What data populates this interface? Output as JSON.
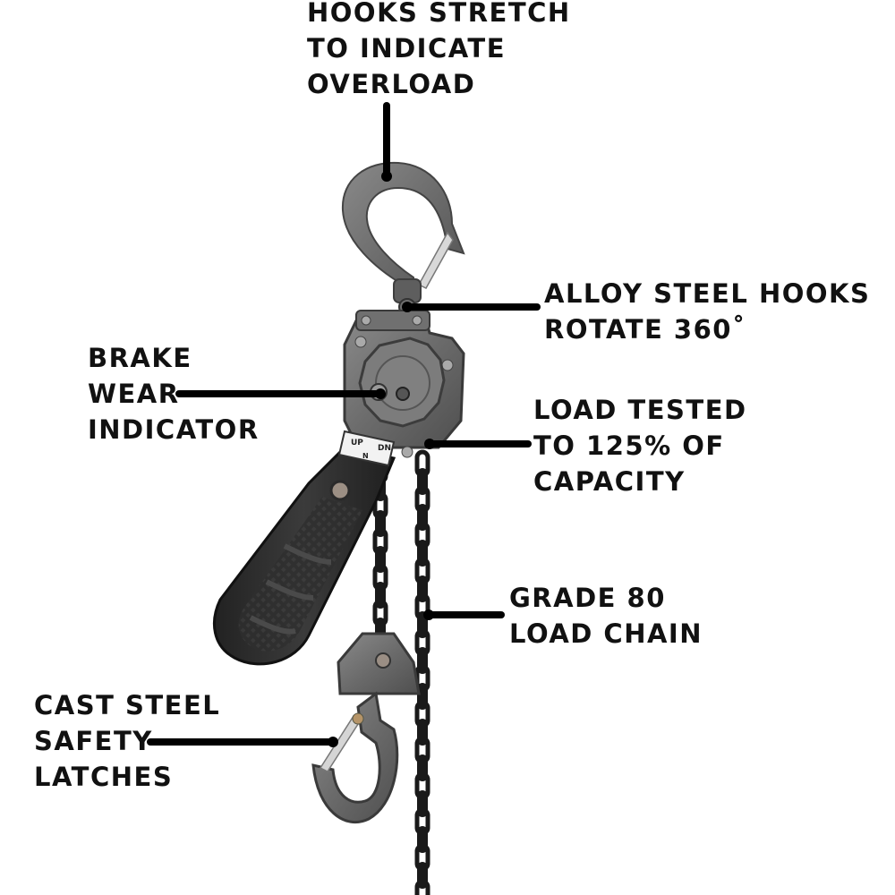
{
  "callouts": {
    "hooks_stretch": [
      "HOOKS STRETCH",
      "TO INDICATE",
      "OVERLOAD"
    ],
    "alloy_hooks": [
      "ALLOY STEEL HOOKS",
      "ROTATE 360˚"
    ],
    "brake": [
      "BRAKE",
      "WEAR",
      "INDICATOR"
    ],
    "load_tested": [
      "LOAD TESTED",
      "TO 125% OF",
      "CAPACITY"
    ],
    "grade_80": [
      "GRADE 80",
      "LOAD CHAIN"
    ],
    "cast_steel": [
      "CAST STEEL",
      "SAFETY",
      "LATCHES"
    ]
  },
  "selector_plate": {
    "up": "UP",
    "dn": "DN",
    "n": "N"
  },
  "colors": {
    "callout_text": "#111111",
    "leader_line": "#000000",
    "hoist_body": "#6b6b6b",
    "handle_grip": "#2e2e2e",
    "chain": "#1a1a1a"
  }
}
